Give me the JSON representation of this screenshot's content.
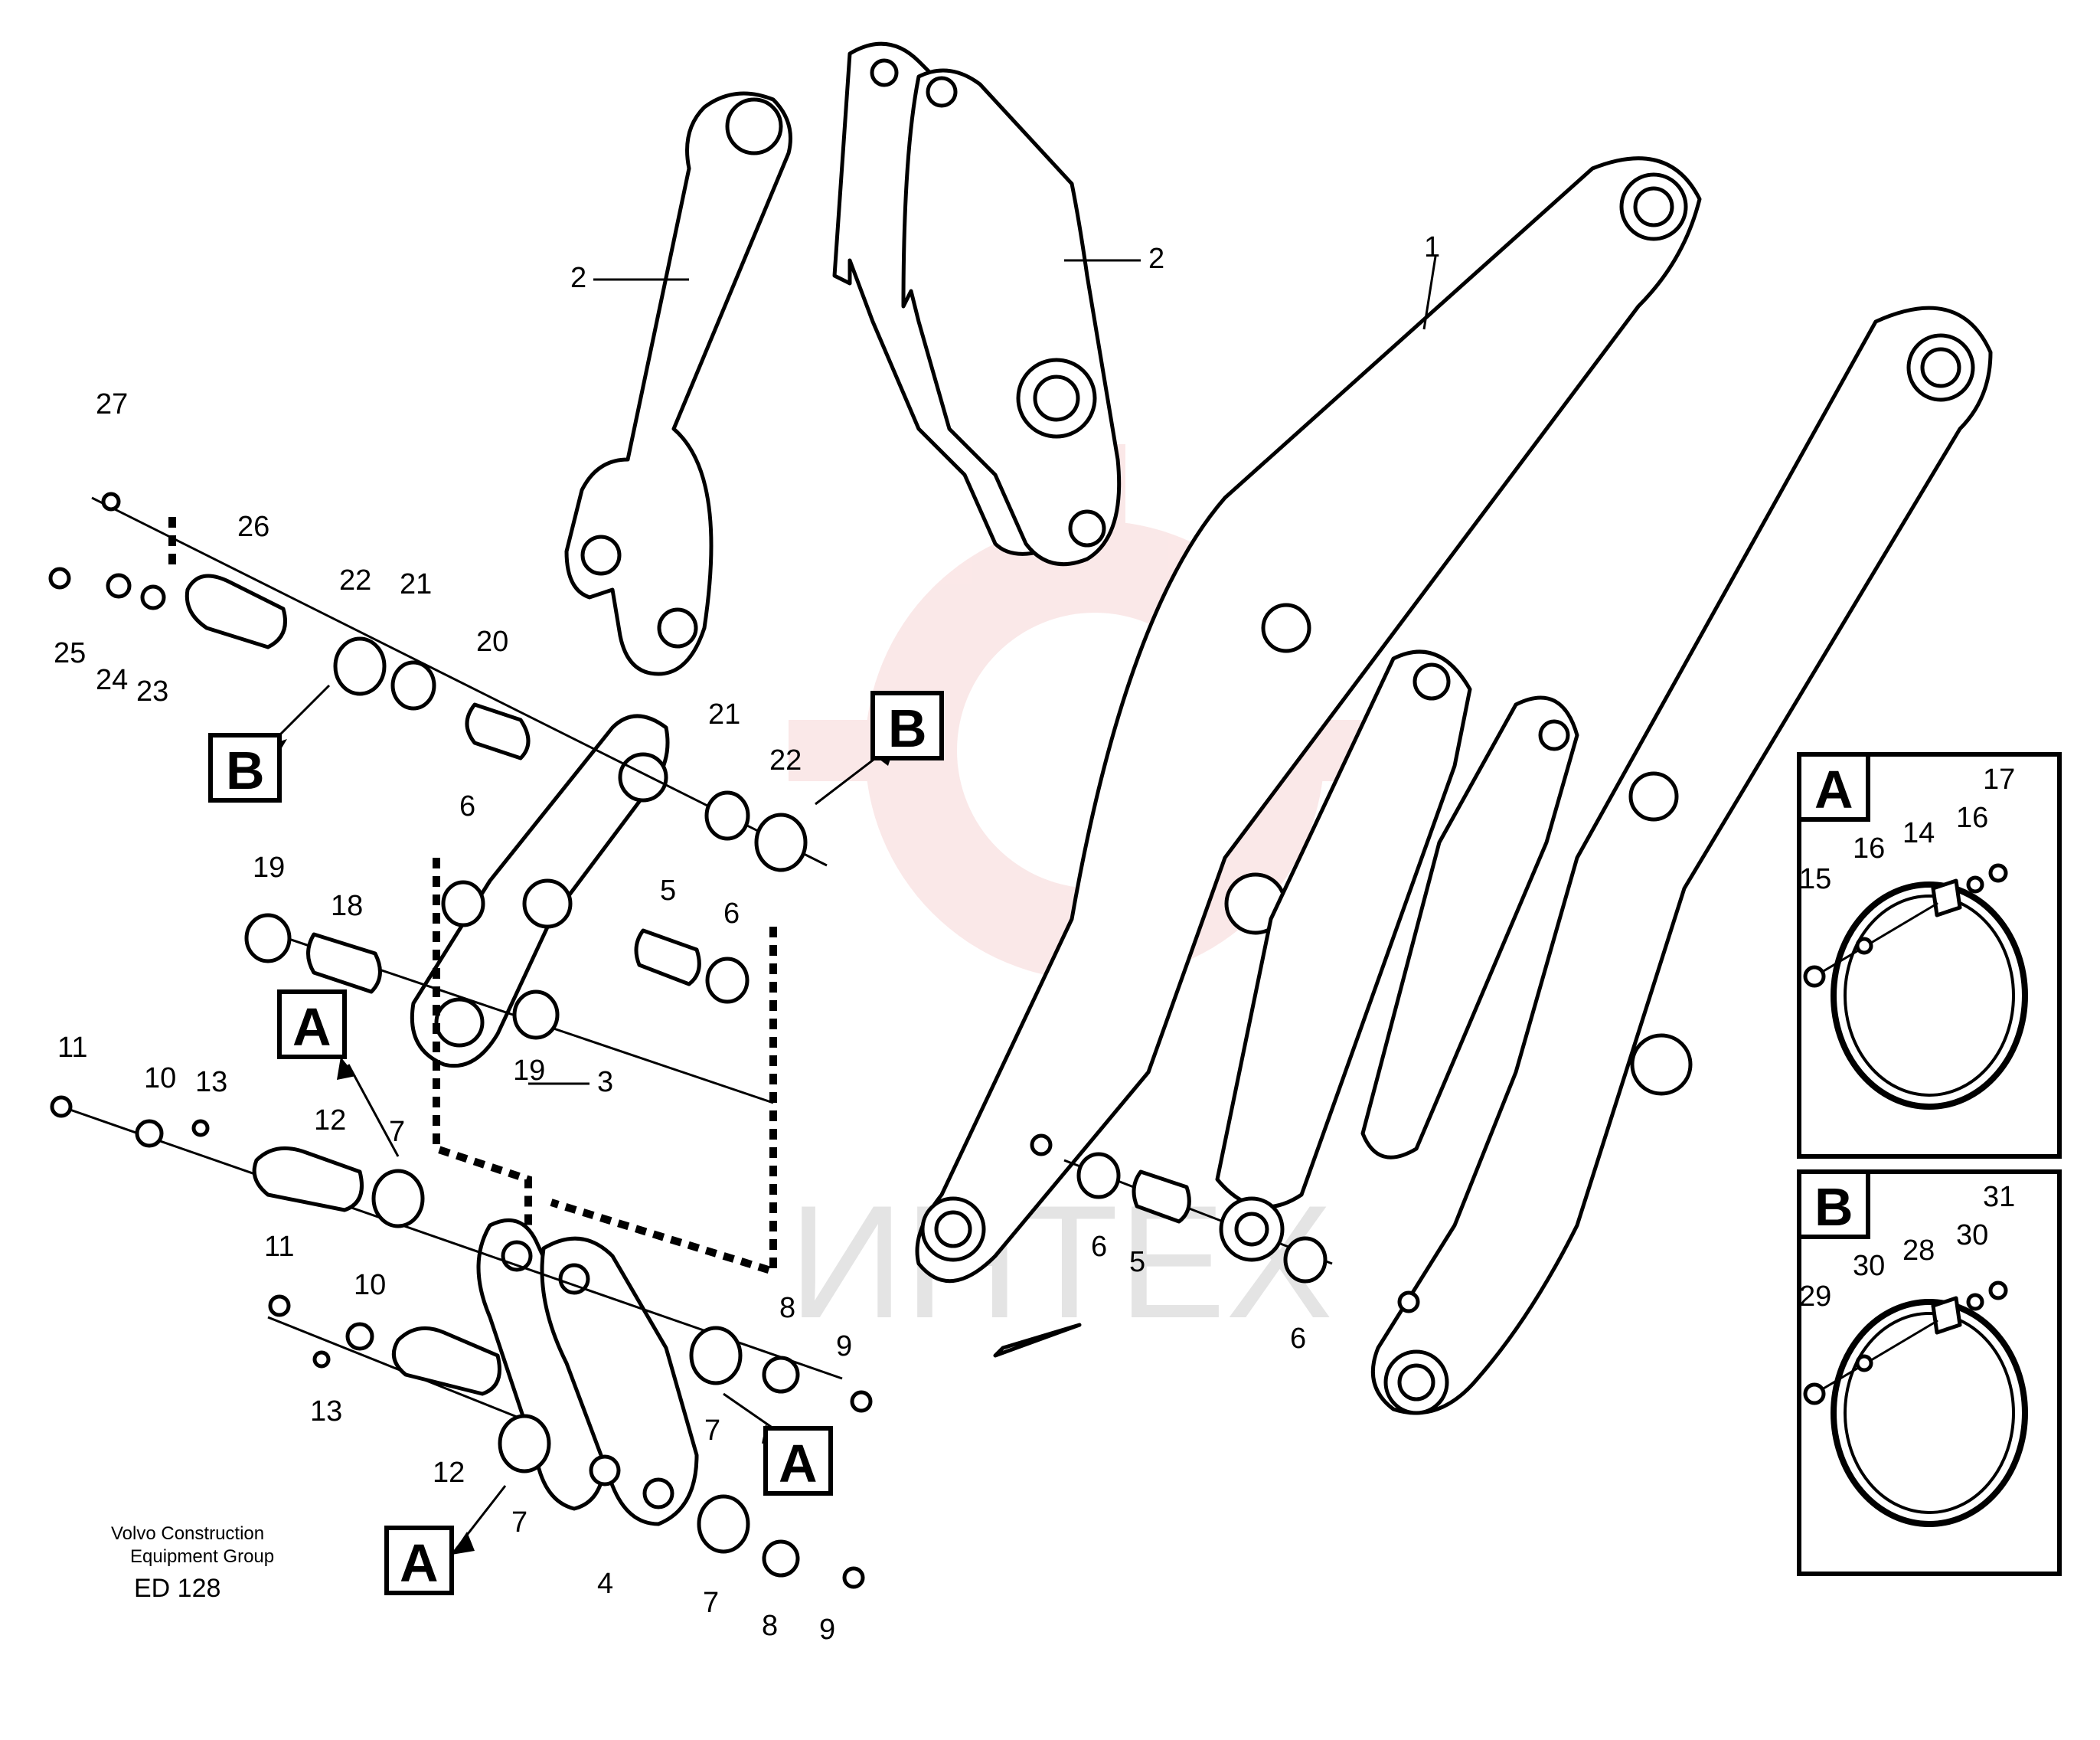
{
  "callouts": {
    "c1": "1",
    "c2a": "2",
    "c2b": "2",
    "c3": "3",
    "c4": "4",
    "c5a": "5",
    "c5b": "5",
    "c6a": "6",
    "c6b": "6",
    "c6c": "6",
    "c6d": "6",
    "c7a": "7",
    "c7b": "7",
    "c7c": "7",
    "c7d": "7",
    "c8a": "8",
    "c8b": "8",
    "c9a": "9",
    "c9b": "9",
    "c10a": "10",
    "c10b": "10",
    "c11a": "11",
    "c11b": "11",
    "c12a": "12",
    "c12b": "12",
    "c13a": "13",
    "c13b": "13",
    "c18": "18",
    "c19a": "19",
    "c19b": "19",
    "c20": "20",
    "c21a": "21",
    "c21b": "21",
    "c22a": "22",
    "c22b": "22",
    "c23": "23",
    "c24": "24",
    "c25": "25",
    "c26": "26",
    "c27": "27",
    "pA14": "14",
    "pA15": "15",
    "pA16a": "16",
    "pA16b": "16",
    "pA17": "17",
    "pB28": "28",
    "pB29": "29",
    "pB30a": "30",
    "pB30b": "30",
    "pB31": "31"
  },
  "tags": {
    "a1": "A",
    "a2": "A",
    "a3": "A",
    "b1": "B",
    "b2": "B",
    "panelA": "A",
    "panelB": "B"
  },
  "footer": {
    "line1": "Volvo Construction",
    "line2": "Equipment Group",
    "code": "ED 128"
  },
  "watermark": {
    "text": "ИНТЕХ",
    "color": "#f2c6c6"
  }
}
